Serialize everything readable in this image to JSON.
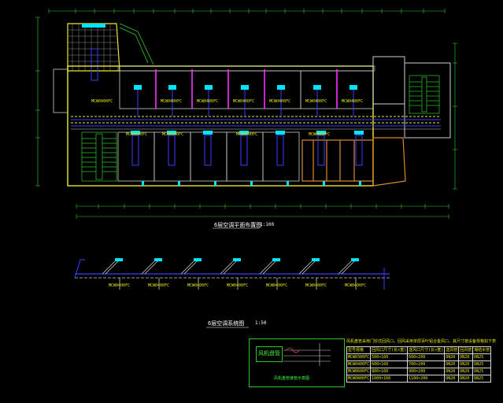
{
  "plan_title": "6层空调平面布置图",
  "plan_scale": "1:100",
  "system_title": "6层空调系统图",
  "system_scale": "1:50",
  "fcu_label": "MCW0400FC",
  "fcu_label_b": "MCW0600FC",
  "legend": {
    "box_text": "风机盘管",
    "caption": "风机盘管接管示意图"
  },
  "spec_table": {
    "title": "风机盘管采用门铰式回风口，回风采用单层百叶铝合金风口，其尺寸按设备规格如下表",
    "headers": [
      "型号规格",
      "回风口尺寸(长×宽)",
      "送风口尺寸(长×宽)",
      "送风管",
      "回风管",
      "凝结水管"
    ],
    "rows": [
      [
        "MCW0300FC",
        "500×160",
        "600×200",
        "DN20",
        "DN20",
        "DN25"
      ],
      [
        "MCW0400FC",
        "600×160",
        "700×200",
        "DN20",
        "DN20",
        "DN25"
      ],
      [
        "MCW0600FC",
        "800×160",
        "900×200",
        "DN20",
        "DN20",
        "DN25"
      ],
      [
        "MCW0800FC",
        "1000×160",
        "1100×200",
        "DN20",
        "DN20",
        "DN25"
      ]
    ]
  },
  "colors": {
    "wall": "#f0e632",
    "wall_blue": "#3c3cff",
    "pipe_yellow": "#e6e632",
    "pipe_magenta": "#ff2cff",
    "fcu_cyan": "#00e5ff",
    "dim_green": "#2ecc2e",
    "stair_green": "#30c830",
    "hatch_white": "#cfcfcf",
    "brown": "#d88a2c"
  }
}
